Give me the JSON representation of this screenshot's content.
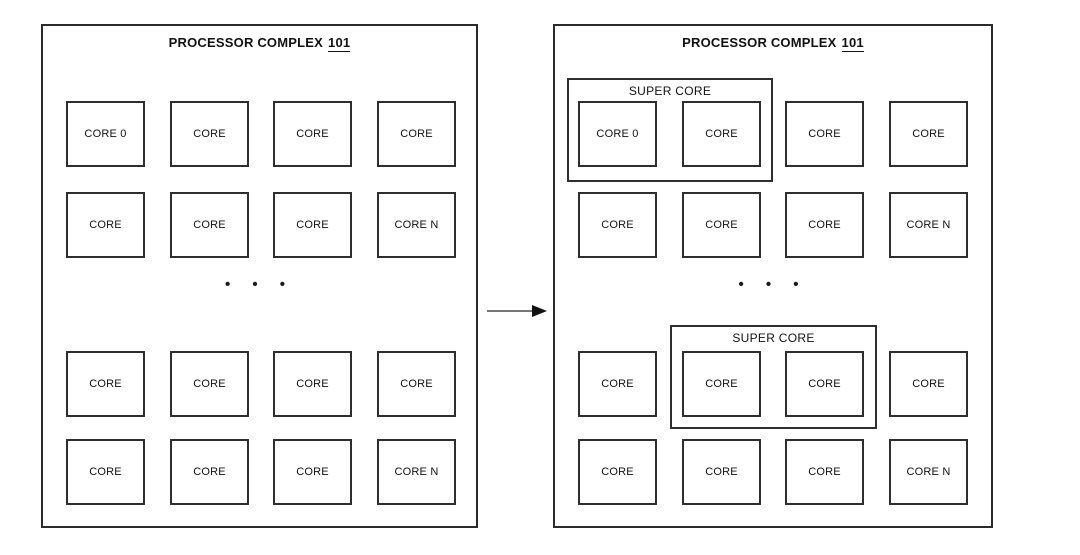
{
  "palette": {
    "line": "#2b2b2b",
    "background": "#ffffff",
    "text": "#111111"
  },
  "left_panel": {
    "title": "PROCESSOR COMPLEX",
    "title_ref": "101",
    "ellipsis": "•  •  •",
    "rows": [
      {
        "cells": [
          "CORE 0",
          "CORE",
          "CORE",
          "CORE"
        ]
      },
      {
        "cells": [
          "CORE",
          "CORE",
          "CORE",
          "CORE N"
        ]
      },
      {
        "cells": [
          "CORE",
          "CORE",
          "CORE",
          "CORE"
        ]
      },
      {
        "cells": [
          "CORE",
          "CORE",
          "CORE",
          "CORE N"
        ]
      }
    ]
  },
  "arrow": {
    "direction": "right"
  },
  "right_panel": {
    "title": "PROCESSOR COMPLEX",
    "title_ref": "101",
    "ellipsis": "•  •  •",
    "super_cores": [
      {
        "label": "SUPER CORE",
        "position": "row1-cols1-2"
      },
      {
        "label": "SUPER CORE",
        "position": "row3-cols2-3"
      }
    ],
    "rows": [
      {
        "cells": [
          "CORE 0",
          "CORE",
          "CORE",
          "CORE"
        ]
      },
      {
        "cells": [
          "CORE",
          "CORE",
          "CORE",
          "CORE N"
        ]
      },
      {
        "cells": [
          "CORE",
          "CORE",
          "CORE",
          "CORE"
        ]
      },
      {
        "cells": [
          "CORE",
          "CORE",
          "CORE",
          "CORE N"
        ]
      }
    ]
  }
}
